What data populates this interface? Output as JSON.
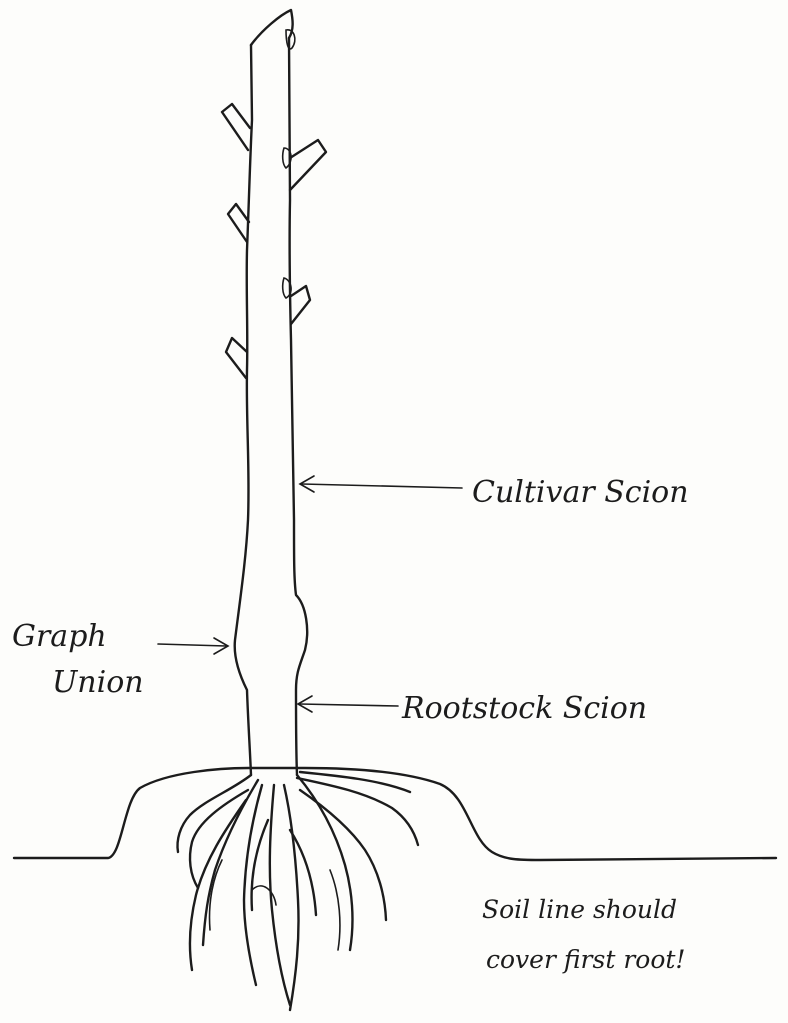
{
  "labels": {
    "cultivar_scion": "Cultivar Scion",
    "graft_union_line1": "Graph",
    "graft_union_line2": "Union",
    "rootstock_scion": "Rootstock Scion",
    "note_line1": "Soil line should",
    "note_line2": "cover first root!"
  },
  "colors": {
    "ink": "#1c1c1c",
    "paper": "#fdfdfb"
  }
}
